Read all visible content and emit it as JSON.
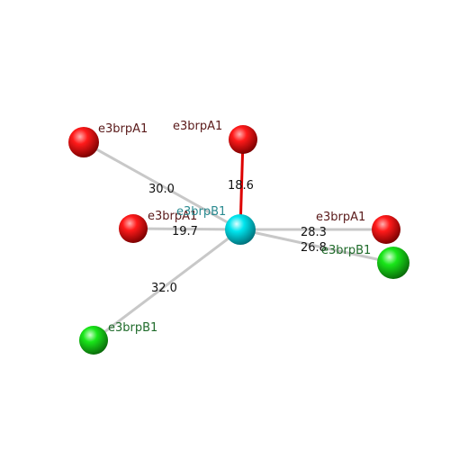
{
  "colors": {
    "background": "#ffffff",
    "center_atom": "#00e5ee",
    "red_atom": "#ff0000",
    "green_atom": "#00ee00",
    "label_red": "#5a1a1a",
    "label_green": "#1f6b2a",
    "label_center": "#2a8a90",
    "bond_gray": "#c8c8c8",
    "bond_red": "#dd0000"
  },
  "center": {
    "label": "e3brpB1"
  },
  "atoms": [
    {
      "id": "a1",
      "label": "e3brpA1",
      "type": "red",
      "distance": "30.0"
    },
    {
      "id": "a2",
      "label": "e3brpA1",
      "type": "red",
      "distance": "18.6"
    },
    {
      "id": "a3",
      "label": "e3brpA1",
      "type": "red",
      "distance": "19.7"
    },
    {
      "id": "a4",
      "label": "e3brpA1",
      "type": "red",
      "distance": "28.3"
    },
    {
      "id": "a5",
      "label": "e3brpB1",
      "type": "green",
      "distance": "26.8"
    },
    {
      "id": "a6",
      "label": "e3brpB1",
      "type": "green",
      "distance": "32.0"
    }
  ]
}
